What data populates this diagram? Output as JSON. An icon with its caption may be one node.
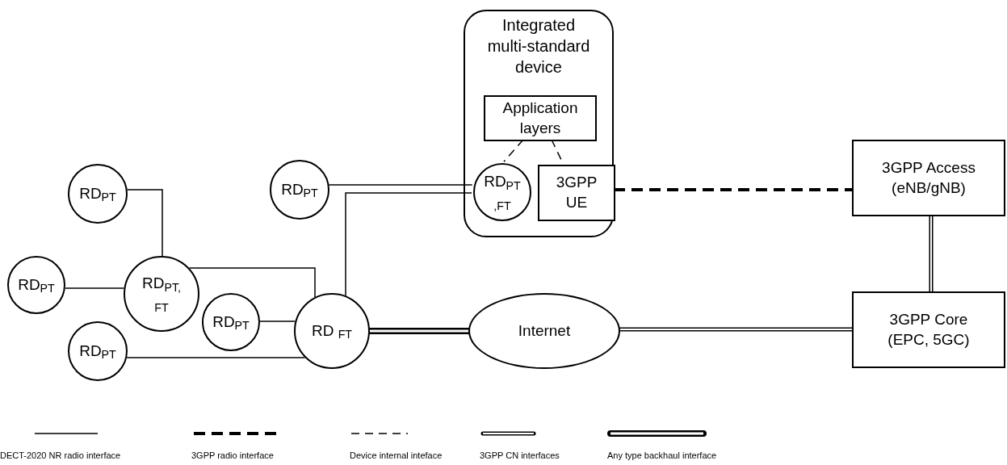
{
  "diagram": {
    "nodes": [
      {
        "text": [
          "Integrated multi-standard device"
        ]
      },
      {
        "text": [
          "Application layers"
        ],
        "in": 0
      },
      {
        "text": [
          "RD$_{PT}$ $_{,FT}$"
        ],
        "in": 0
      },
      {
        "text": [
          "3GPP UE"
        ],
        "in": 0
      },
      {
        "text": [
          "RD$_{PT}$"
        ]
      },
      {
        "text": [
          "RD$_{PT}$"
        ]
      },
      {
        "text": [
          "3GPP Access (eNB/gNB)"
        ]
      },
      {
        "text": [
          "RD$_{PT}$"
        ]
      },
      {
        "text": [
          "RD$_{PT,}$ $_{FT}$"
        ]
      },
      {
        "text": [
          "RD$_{PT}$"
        ]
      },
      {
        "text": [
          "RD $_{FT}$"
        ]
      },
      {
        "text": [
          "Internet"
        ]
      },
      {
        "text": [
          "3GPP Core (EPC, 5GC)"
        ]
      },
      {
        "text": [
          "RD$_{PT}$"
        ]
      }
    ],
    "edges": [
      {
        "from": 4,
        "to": 8,
        "arrow": "none"
      },
      {
        "from": 7,
        "to": 8,
        "arrow": "none"
      },
      {
        "from": 8,
        "to": 10,
        "arrow": "none"
      },
      {
        "from": 9,
        "to": 10,
        "arrow": "none"
      },
      {
        "from": 13,
        "to": 10,
        "arrow": "none"
      },
      {
        "from": 5,
        "to": 2,
        "arrow": "none"
      },
      {
        "from": 10,
        "to": 2,
        "arrow": "none"
      },
      {
        "from": 1,
        "to": 2,
        "arrow": "none",
        "style": "dashed"
      },
      {
        "from": 1,
        "to": 3,
        "arrow": "none",
        "style": "dashed"
      },
      {
        "from": 3,
        "to": 6,
        "arrow": "none",
        "style": "dashed"
      },
      {
        "from": 6,
        "to": 12,
        "arrow": "none",
        "style": "thick"
      },
      {
        "from": 10,
        "to": 11,
        "arrow": "none",
        "style": "thick"
      },
      {
        "from": 11,
        "to": 12,
        "arrow": "none",
        "style": "thick"
      }
    ],
    "legend": [
      {
        "text": "DECT-2020 NR radio interface"
      },
      {
        "text": "3GPP radio interface"
      },
      {
        "text": "Device internal inteface"
      },
      {
        "text": "3GPP CN interfaces"
      },
      {
        "text": "Any type backhaul interface"
      }
    ]
  }
}
